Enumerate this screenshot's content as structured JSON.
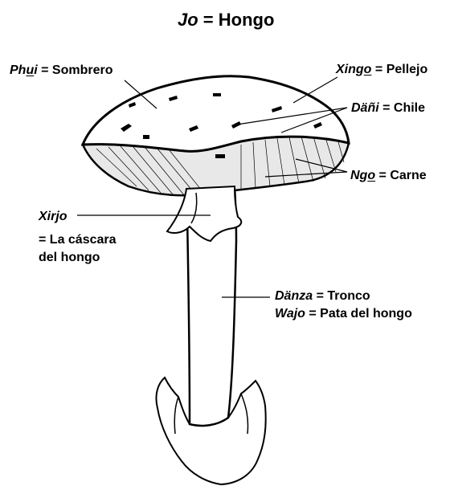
{
  "title": {
    "term": "Jo",
    "eq": " = ",
    "meaning": "Hongo"
  },
  "labels": {
    "phui": {
      "term_pre": "Ph",
      "term_u": "u",
      "term_post": "i",
      "eq": " = ",
      "meaning": "Sombrero"
    },
    "xingo": {
      "term_pre": "Xing",
      "term_u": "o",
      "eq": " = ",
      "meaning": "Pellejo"
    },
    "dani": {
      "term": "Däñi",
      "eq": " = ",
      "meaning": "Chile"
    },
    "ngo": {
      "term_pre": "Ng",
      "term_u": "o",
      "eq": " = ",
      "meaning": "Carne"
    },
    "xirjo": {
      "term": "Xirjo",
      "line2": "= La cáscara",
      "line3": "del hongo"
    },
    "danza": {
      "term": "Dänza",
      "eq": " = ",
      "meaning": "Tronco"
    },
    "wajo": {
      "term": "Wajo",
      "eq": " = ",
      "meaning": "Pata del hongo"
    }
  },
  "colors": {
    "ink": "#000000",
    "background": "#ffffff",
    "gill_shade": "#e8e8e8"
  }
}
